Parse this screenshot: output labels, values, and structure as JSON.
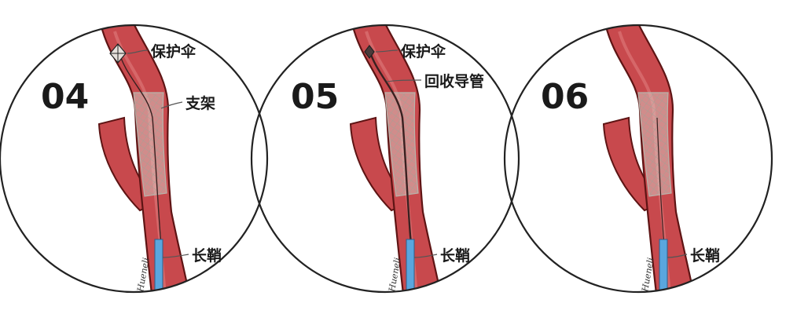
{
  "panels": [
    {
      "step": "04",
      "labels": {
        "umbrella": "保护伞",
        "stent": "支架",
        "sheath": "长鞘"
      }
    },
    {
      "step": "05",
      "labels": {
        "umbrella": "保护伞",
        "catheter": "回收导管",
        "sheath": "长鞘"
      }
    },
    {
      "step": "06",
      "labels": {
        "sheath": "长鞘"
      }
    }
  ],
  "artist_signature": "Hueneli",
  "colors": {
    "vessel_wall": "#5e1414",
    "vessel_fill": "#c8494d",
    "vessel_lumen_highlight": "#e07c7d",
    "stent_mesh": "#b9b3aa",
    "sheath": "#5aa6de",
    "wire": "#3a2020",
    "circle_outline": "#222222"
  }
}
